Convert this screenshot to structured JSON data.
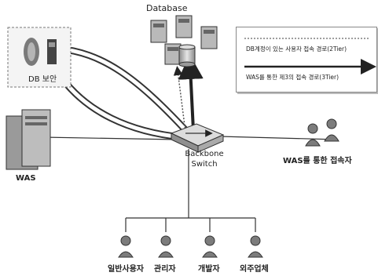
{
  "labels": {
    "database": "Database",
    "db_security": "DB 보안",
    "was": "WAS",
    "backbone_line1": "Backbone",
    "backbone_line2": "Switch",
    "was_users": "WAS를 통한 접속자"
  },
  "legend": {
    "item1": "DB계정이 있는 사용자 접속 경로(2Tier)",
    "item2": "WAS를 통한 제3의 접속 경로(3Tier)"
  },
  "users": [
    {
      "label": "일반사용자"
    },
    {
      "label": "관리자"
    },
    {
      "label": "개발자"
    },
    {
      "label": "외주업체"
    }
  ],
  "colors": {
    "line": "#333333",
    "node": "#9a9a9a"
  }
}
